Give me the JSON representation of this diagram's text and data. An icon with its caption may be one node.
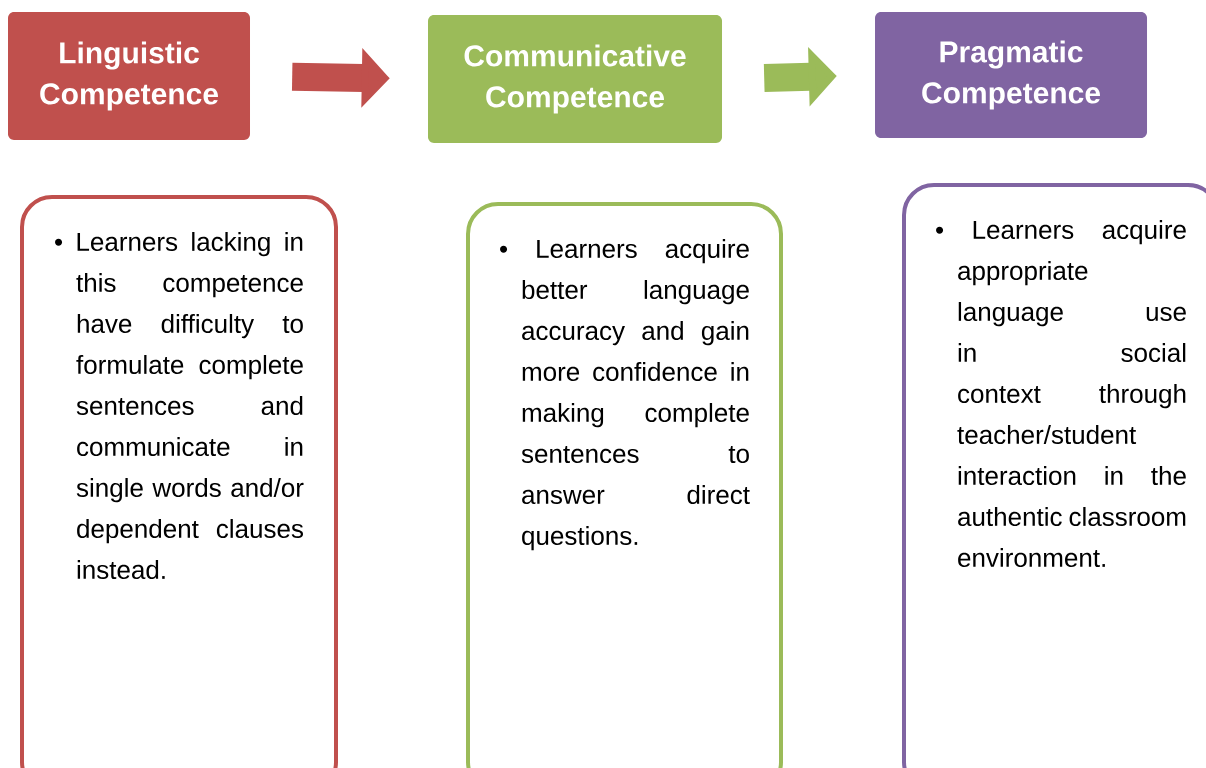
{
  "diagram": {
    "nodes": [
      {
        "text": [
          "Linguistic Competence"
        ]
      },
      {
        "text": [
          "Communicative Competence"
        ]
      },
      {
        "text": [
          "Pragmatic Competence"
        ]
      },
      {
        "text": [
          "• Learners lacking in this competence have difficulty to formulate complete sentences and communicate in single words and/or dependent clauses instead."
        ]
      },
      {
        "text": [
          "• Learners acquire better language accuracy and gain more confidence in making complete sentences to answer direct questions."
        ]
      },
      {
        "text": [
          "• Learners acquire appropriate language use in social context through teacher/student interaction in the authentic classroom environment."
        ]
      }
    ],
    "edges": [
      {
        "from": 0,
        "to": 1,
        "arrow": "to",
        "color": "#c0504d"
      },
      {
        "from": 1,
        "to": 2,
        "arrow": "to",
        "color": "#9bbb59"
      }
    ]
  }
}
